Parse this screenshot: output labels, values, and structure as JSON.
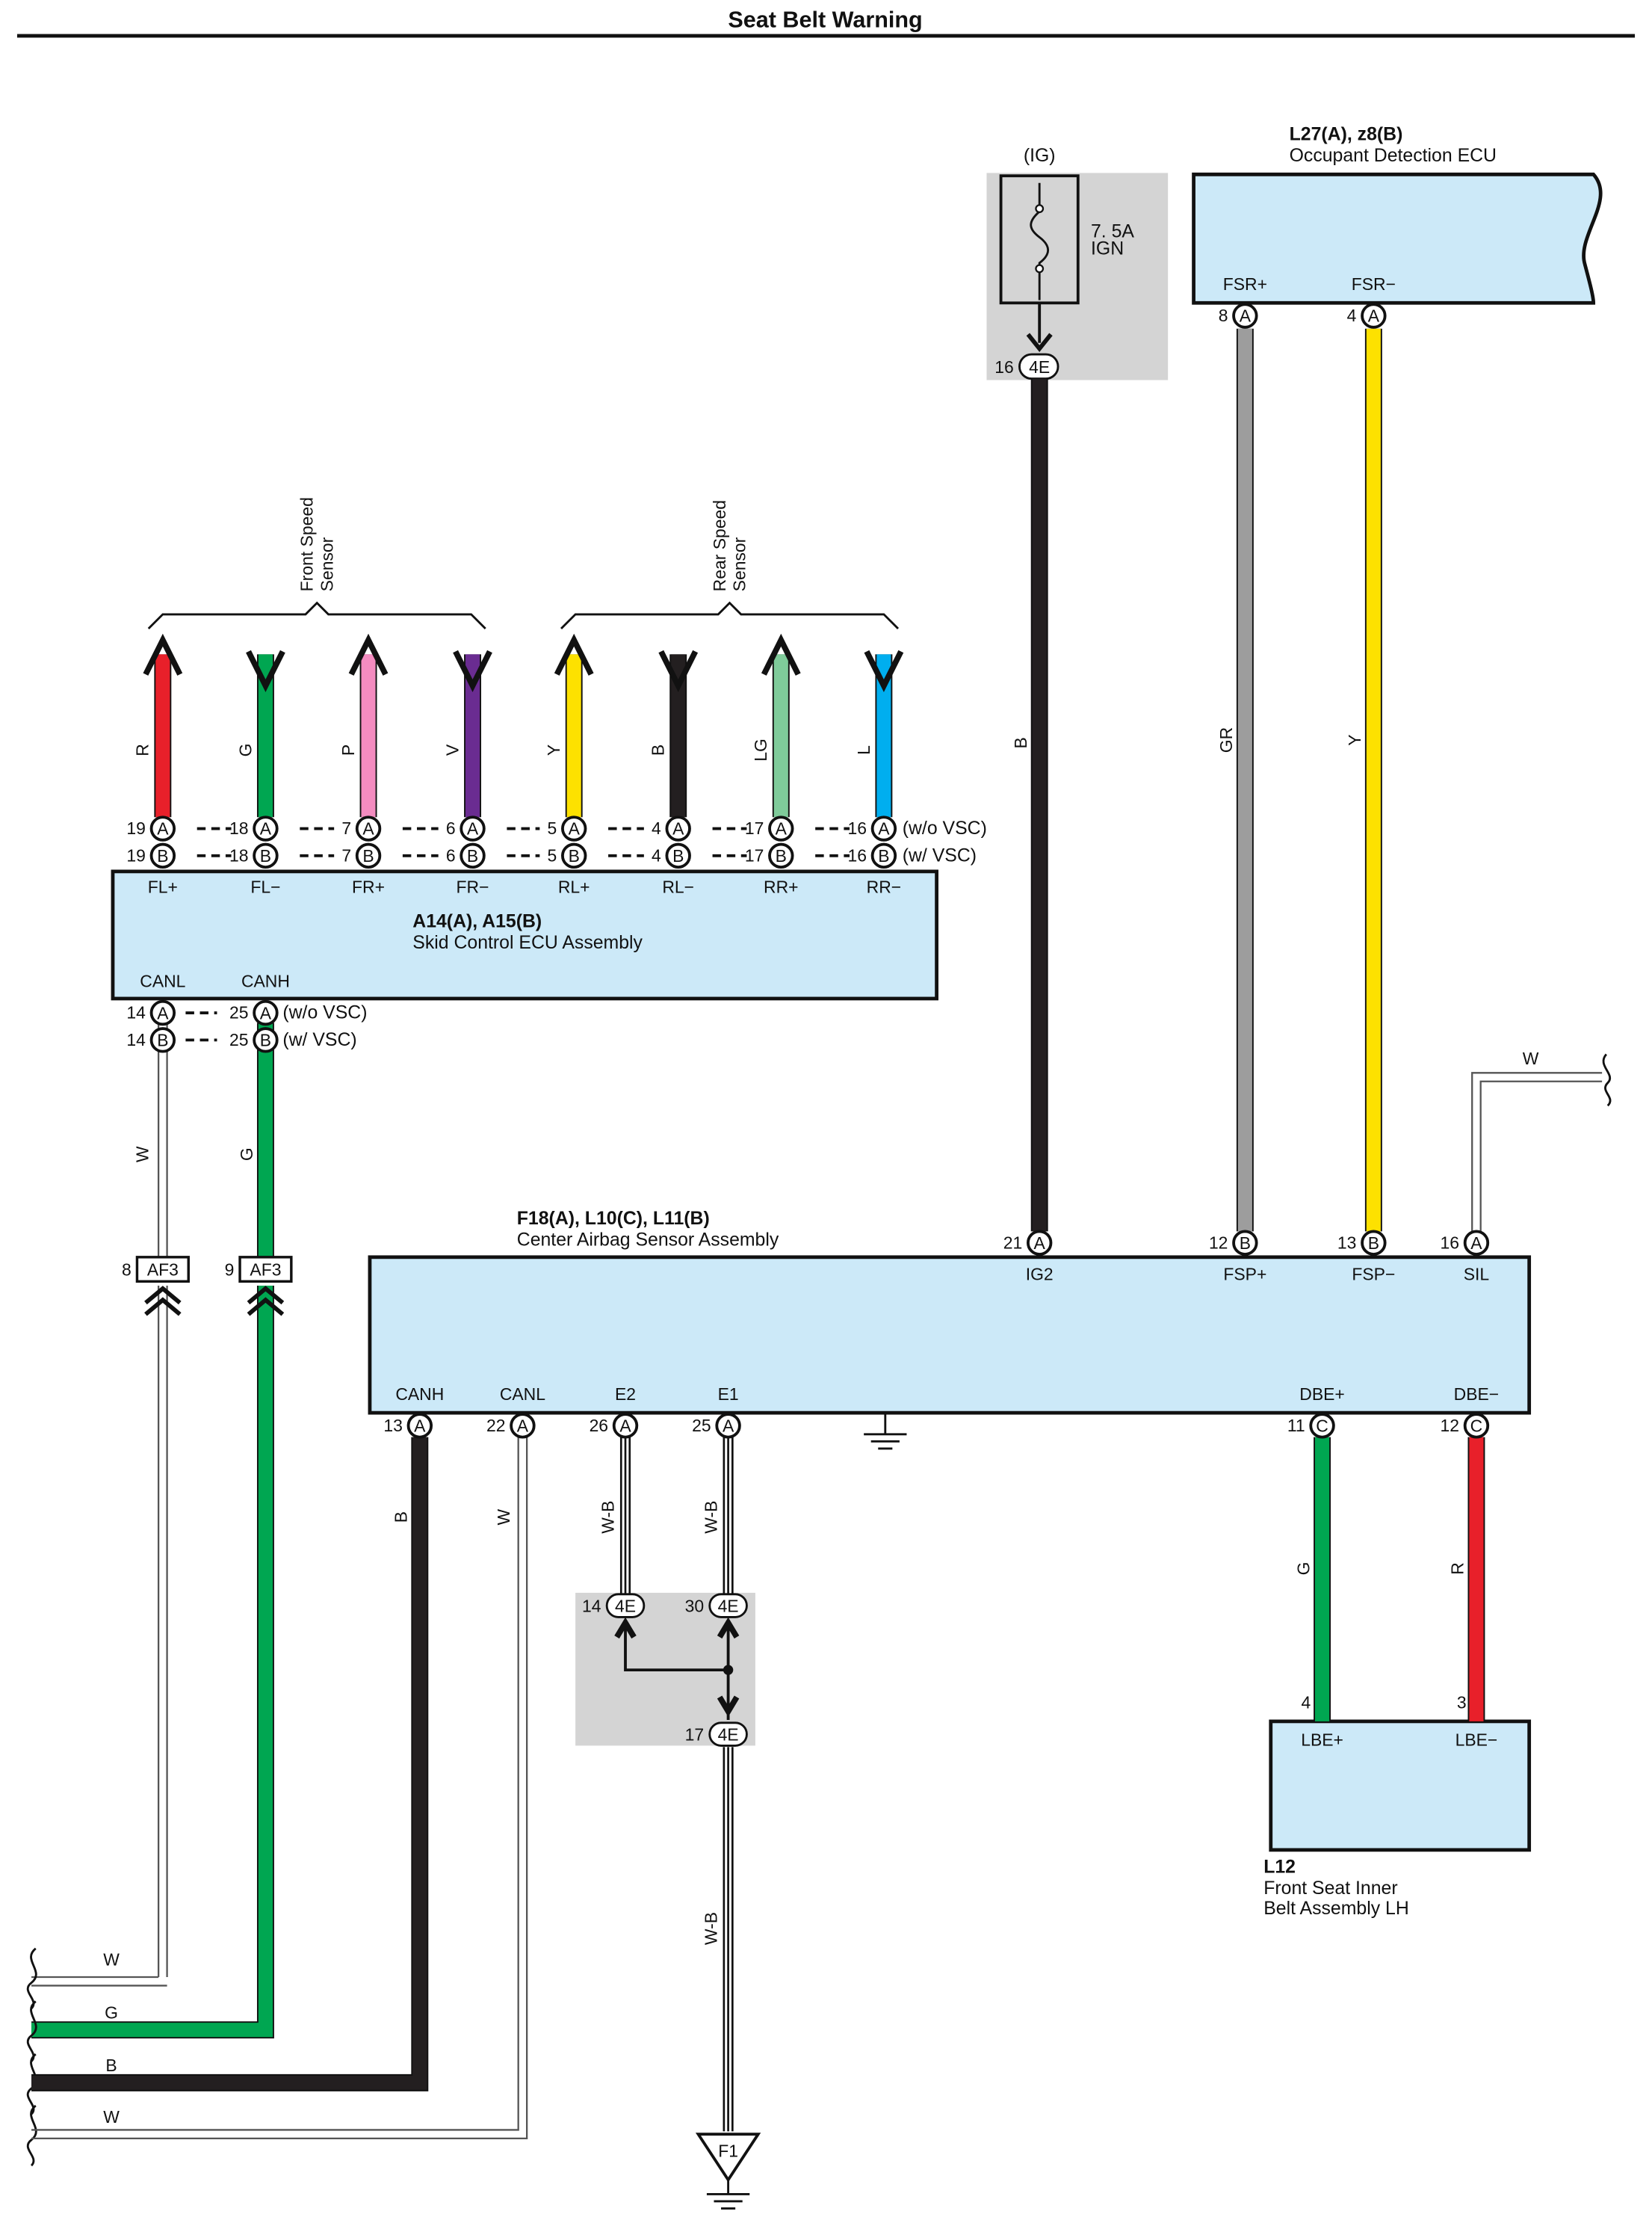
{
  "title": "Seat Belt Warning",
  "colors": {
    "ecu_fill": "#cce9f8",
    "shade": "#d4d4d4",
    "R": "#e8202a",
    "G": "#00a651",
    "P": "#f48cc0",
    "V": "#6a2c91",
    "Y": "#fde100",
    "B": "#231f20",
    "LG": "#7fcb9a",
    "L": "#00aeef",
    "GR": "#9d9d9d",
    "W": "#ffffff"
  },
  "skid_ecu": {
    "code": "A14(A), A15(B)",
    "name": "Skid Control ECU Assembly",
    "terminals": [
      "FL+",
      "FL−",
      "FR+",
      "FR−",
      "RL+",
      "RL−",
      "RR+",
      "RR−"
    ],
    "top_pins": [
      "19",
      "18",
      "7",
      "6",
      "5",
      "4",
      "17",
      "16"
    ],
    "variant_a": "(w/o VSC)",
    "variant_b": "(w/ VSC)",
    "wire_colors": [
      "R",
      "G",
      "P",
      "V",
      "Y",
      "B",
      "LG",
      "L"
    ],
    "front_group": "Front Speed\nSensor",
    "rear_group": "Rear Speed\nSensor",
    "can_terminals": [
      "CANL",
      "CANH"
    ],
    "can_pins": [
      "14",
      "25"
    ],
    "can_variant_a": "(w/o VSC)",
    "can_variant_b": "(w/ VSC)"
  },
  "left_wires": {
    "canl_color": "W",
    "canh_color": "G",
    "connector": "AF3",
    "connector_pins": [
      "8",
      "9"
    ]
  },
  "fuse": {
    "supply": "(IG)",
    "rating": "7. 5A",
    "name": "IGN",
    "junction": "4E",
    "pin": "16",
    "wire_color": "B"
  },
  "occupant_ecu": {
    "code": "L27(A), z8(B)",
    "name": "Occupant Detection ECU",
    "terminals": [
      "FSR+",
      "FSR−"
    ],
    "pins": [
      "8",
      "4"
    ],
    "wire_colors": [
      "GR",
      "Y"
    ]
  },
  "center_airbag": {
    "code": "F18(A), L10(C), L11(B)",
    "name": "Center Airbag Sensor Assembly",
    "top_terminals": [
      "IG2",
      "FSP+",
      "FSP−",
      "SIL"
    ],
    "top_pins": [
      "21",
      "12",
      "13",
      "16"
    ],
    "top_letters": [
      "A",
      "B",
      "B",
      "A"
    ],
    "bottom_terminals": [
      "CANH",
      "CANL",
      "E2",
      "E1",
      "DBE+",
      "DBE−"
    ],
    "bottom_pins": [
      "13",
      "22",
      "26",
      "25",
      "11",
      "12"
    ],
    "bottom_letters": [
      "A",
      "A",
      "A",
      "A",
      "C",
      "C"
    ],
    "bottom_wire_colors": [
      "B",
      "W",
      "W-B",
      "W-B",
      "G",
      "R"
    ],
    "sil_wire": "W"
  },
  "ground_junction": {
    "connector": "4E",
    "pins": [
      "14",
      "30",
      "17"
    ],
    "wire_color": "W-B",
    "ground_point": "F1"
  },
  "belt_assembly": {
    "code": "L12",
    "name": "Front Seat Inner\nBelt Assembly LH",
    "terminals": [
      "LBE+",
      "LBE−"
    ],
    "pins": [
      "4",
      "3"
    ]
  },
  "bottom_bus": [
    "W",
    "G",
    "B",
    "W"
  ]
}
